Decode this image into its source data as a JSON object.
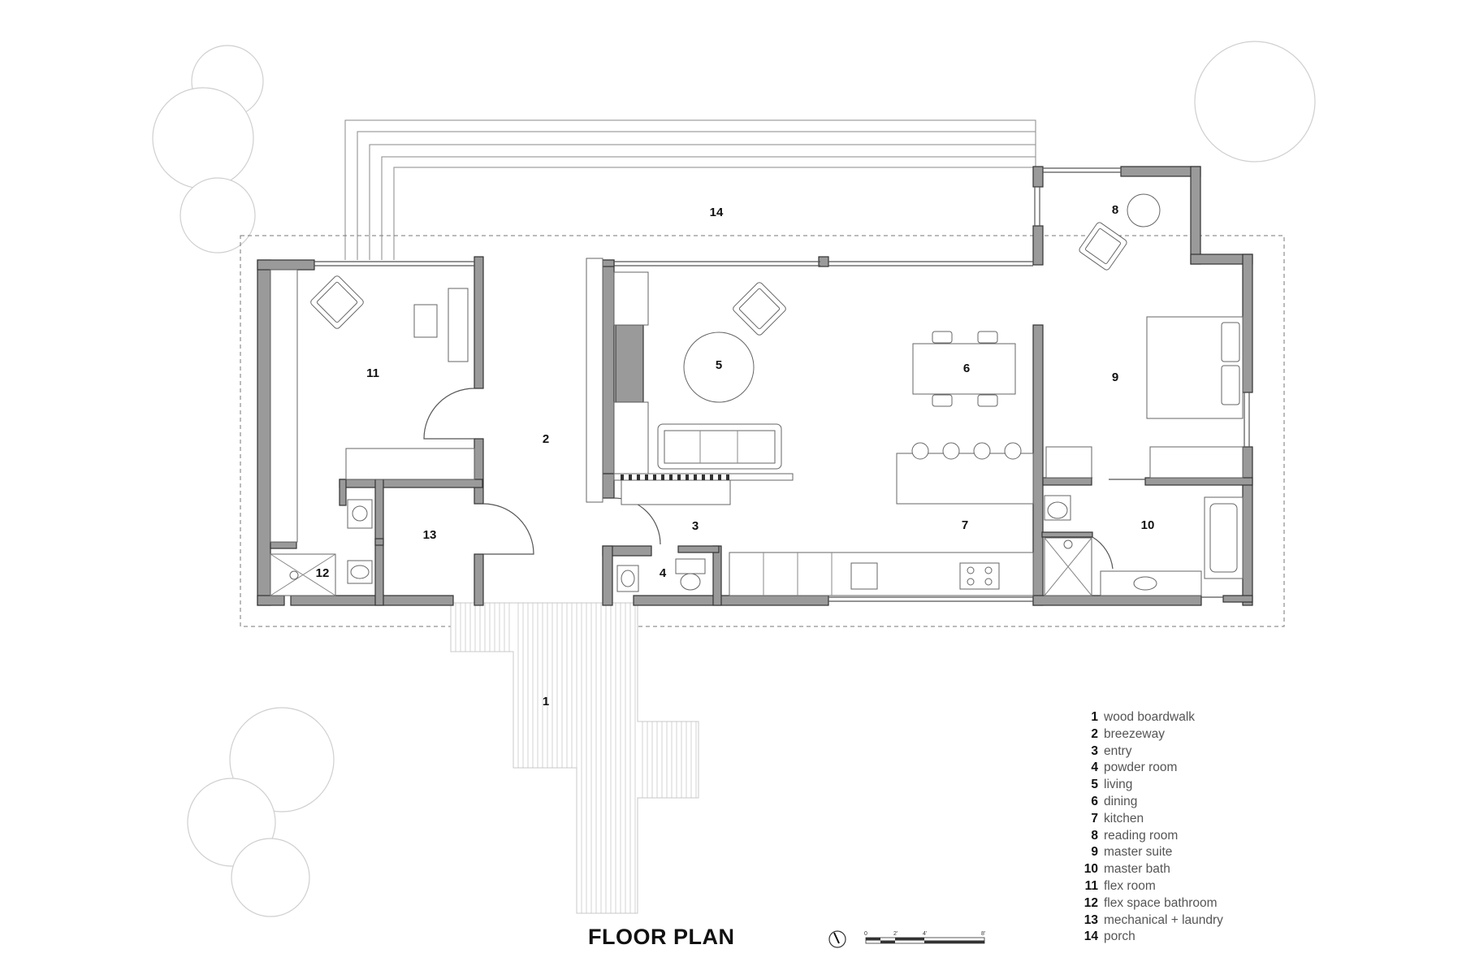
{
  "rooms": [
    {
      "num": "1",
      "name": "wood boardwalk"
    },
    {
      "num": "2",
      "name": "breezeway"
    },
    {
      "num": "3",
      "name": "entry"
    },
    {
      "num": "4",
      "name": "powder room"
    },
    {
      "num": "5",
      "name": "living"
    },
    {
      "num": "6",
      "name": "dining"
    },
    {
      "num": "7",
      "name": "kitchen"
    },
    {
      "num": "8",
      "name": "reading room"
    },
    {
      "num": "9",
      "name": "master suite"
    },
    {
      "num": "10",
      "name": "master bath"
    },
    {
      "num": "11",
      "name": "flex room"
    },
    {
      "num": "12",
      "name": "flex space bathroom"
    },
    {
      "num": "13",
      "name": "mechanical + laundry"
    },
    {
      "num": "14",
      "name": "porch"
    }
  ],
  "title": "FLOOR PLAN",
  "scale_labels": [
    "0",
    "2'",
    "4'",
    "8'"
  ]
}
